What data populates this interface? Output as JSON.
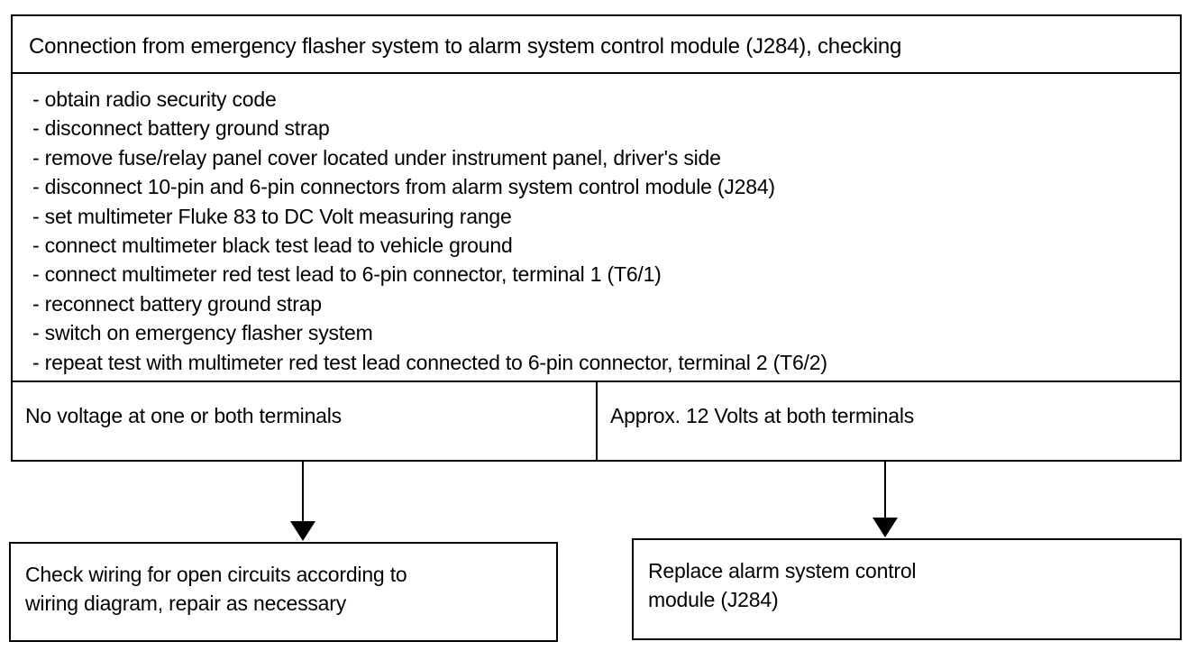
{
  "diagram": {
    "title": "Connection from emergency flasher system to alarm system control module (J284), checking",
    "steps": [
      "- obtain radio security code",
      "- disconnect battery ground strap",
      "- remove fuse/relay panel cover located under instrument panel, driver's side",
      "- disconnect 10-pin and 6-pin connectors from alarm system control module (J284)",
      "- set multimeter Fluke 83 to DC Volt measuring range",
      "- connect multimeter black test lead to vehicle ground",
      "- connect multimeter red test lead to 6-pin connector, terminal 1 (T6/1)",
      "- reconnect battery ground strap",
      "- switch on emergency flasher system",
      "- repeat test with multimeter red test lead connected to 6-pin connector, terminal 2 (T6/2)"
    ],
    "results": {
      "left": "No voltage at one or both terminals",
      "right": "Approx. 12 Volts at both terminals"
    },
    "actions": {
      "left_line1": "Check wiring for open circuits according to",
      "left_line2": "wiring diagram, repair as necessary",
      "right_line1": "Replace alarm system control",
      "right_line2": "module (J284)"
    }
  }
}
